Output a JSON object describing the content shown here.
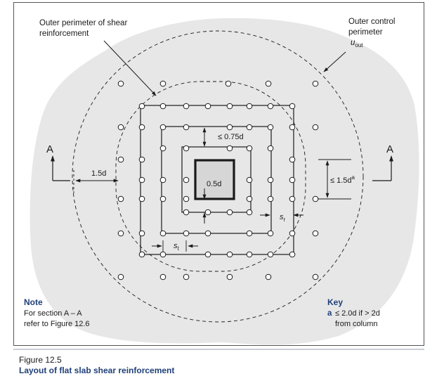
{
  "colors": {
    "caption_blue": "#1f3f78",
    "panel_fill": "#e7e7e7",
    "line": "#1a1a1a",
    "frame": "#555555",
    "caption_bar": "#c9ced6"
  },
  "labels": {
    "outer_perimeter_line1": "Outer perimeter of shear",
    "outer_perimeter_line2": "reinforcement",
    "outer_control_line1": "Outer control",
    "outer_control_line2": "perimeter",
    "u_out_main": "u",
    "u_out_sub": "out",
    "section_a_left": "A",
    "section_a_right": "A",
    "dim_1_5d": "1.5d",
    "dim_0_75d": "≤ 0.75d",
    "dim_0_5d": "0.5d",
    "dim_1_5d_a_main": "≤ 1.5d",
    "dim_1_5d_a_sup": "a",
    "dim_sr_main": "s",
    "dim_sr_sub": "r",
    "dim_st_main": "s",
    "dim_st_sub": "t"
  },
  "note": {
    "heading": "Note",
    "line1": "For section A – A",
    "line2": "refer to Figure 12.6"
  },
  "key": {
    "heading": "Key",
    "letter": "a",
    "line1": "≤ 2.0d if > 2d",
    "line2": "from column"
  },
  "caption": {
    "figure_number": "Figure 12.5",
    "title": "Layout of flat slab shear reinforcement"
  }
}
